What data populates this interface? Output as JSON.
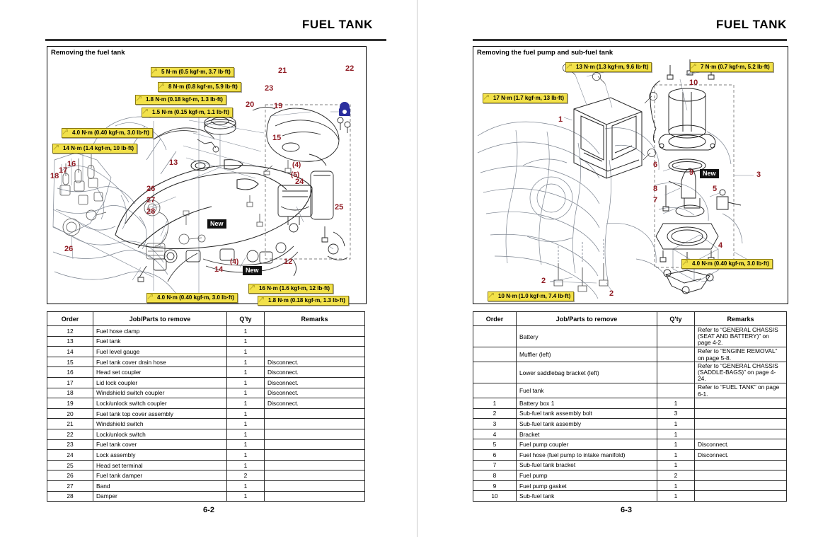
{
  "document": {
    "left_page": {
      "header_title": "FUEL TANK",
      "panel_title": "Removing the fuel tank",
      "page_number": "6-2",
      "torque_labels": [
        "5 N·m (0.5 kgf·m, 3.7 lb·ft)",
        "8 N·m (0.8 kgf·m, 5.9 lb·ft)",
        "1.8 N·m (0.18 kgf·m, 1.3 lb·ft)",
        "1.5 N·m (0.15 kgf·m, 1.1 lb·ft)",
        "4.0 N·m (0.40 kgf·m, 3.0 lb·ft)",
        "14 N·m (1.4 kgf·m, 10 lb·ft)",
        "4.0 N·m (0.40 kgf·m, 3.0 lb·ft)",
        "16 N·m (1.6 kgf·m, 12 lb·ft)",
        "1.8 N·m (0.18 kgf·m, 1.3 lb·ft)"
      ],
      "new_badges": [
        "New",
        "New"
      ],
      "callouts": [
        "21",
        "22",
        "23",
        "20",
        "19",
        "15",
        "13",
        "16",
        "17",
        "18",
        "26",
        "27",
        "28",
        "26",
        "24",
        "25",
        "14",
        "12"
      ],
      "callout_qty": [
        "(4)",
        "(5)",
        "(4)"
      ],
      "table": {
        "columns": [
          "Order",
          "Job/Parts to remove",
          "Q'ty",
          "Remarks"
        ],
        "rows": [
          {
            "order": "12",
            "part": "Fuel hose clamp",
            "qty": "1",
            "remarks": ""
          },
          {
            "order": "13",
            "part": "Fuel tank",
            "qty": "1",
            "remarks": ""
          },
          {
            "order": "14",
            "part": "Fuel level gauge",
            "qty": "1",
            "remarks": ""
          },
          {
            "order": "15",
            "part": "Fuel tank cover drain hose",
            "qty": "1",
            "remarks": "Disconnect."
          },
          {
            "order": "16",
            "part": "Head set coupler",
            "qty": "1",
            "remarks": "Disconnect."
          },
          {
            "order": "17",
            "part": "Lid lock coupler",
            "qty": "1",
            "remarks": "Disconnect."
          },
          {
            "order": "18",
            "part": "Windshield switch coupler",
            "qty": "1",
            "remarks": "Disconnect."
          },
          {
            "order": "19",
            "part": "Lock/unlock switch coupler",
            "qty": "1",
            "remarks": "Disconnect."
          },
          {
            "order": "20",
            "part": "Fuel tank top cover assembly",
            "qty": "1",
            "remarks": ""
          },
          {
            "order": "21",
            "part": "Windshield switch",
            "qty": "1",
            "remarks": ""
          },
          {
            "order": "22",
            "part": "Lock/unlock switch",
            "qty": "1",
            "remarks": ""
          },
          {
            "order": "23",
            "part": "Fuel tank cover",
            "qty": "1",
            "remarks": ""
          },
          {
            "order": "24",
            "part": "Lock assembly",
            "qty": "1",
            "remarks": ""
          },
          {
            "order": "25",
            "part": "Head set terminal",
            "qty": "1",
            "remarks": ""
          },
          {
            "order": "26",
            "part": "Fuel tank damper",
            "qty": "2",
            "remarks": ""
          },
          {
            "order": "27",
            "part": "Band",
            "qty": "1",
            "remarks": ""
          },
          {
            "order": "28",
            "part": "Damper",
            "qty": "1",
            "remarks": ""
          }
        ]
      }
    },
    "right_page": {
      "header_title": "FUEL TANK",
      "panel_title": "Removing the fuel pump and sub-fuel tank",
      "page_number": "6-3",
      "torque_labels": [
        "13 N·m (1.3 kgf·m, 9.6 lb·ft)",
        "7 N·m (0.7 kgf·m, 5.2 lb·ft)",
        "17 N·m (1.7 kgf·m, 13 lb·ft)",
        "4.0 N·m (0.40 kgf·m, 3.0 lb·ft)",
        "10 N·m (1.0 kgf·m, 7.4 lb·ft)"
      ],
      "new_badges": [
        "New"
      ],
      "callouts": [
        "1",
        "10",
        "6",
        "8",
        "7",
        "9",
        "5",
        "3",
        "4",
        "2",
        "2"
      ],
      "table": {
        "columns": [
          "Order",
          "Job/Parts to remove",
          "Q'ty",
          "Remarks"
        ],
        "rows": [
          {
            "order": "",
            "part": "Battery",
            "qty": "",
            "remarks": "Refer to “GENERAL CHASSIS (SEAT AND BATTERY)” on page 4-2.",
            "two": true
          },
          {
            "order": "",
            "part": "Muffler (left)",
            "qty": "",
            "remarks": "Refer to “ENGINE REMOVAL” on page 5-8."
          },
          {
            "order": "",
            "part": "Lower saddlebag bracket (left)",
            "qty": "",
            "remarks": "Refer to “GENERAL CHASSIS (SADDLE-BAGS)” on page 4-24.",
            "two": true
          },
          {
            "order": "",
            "part": "Fuel tank",
            "qty": "",
            "remarks": "Refer to “FUEL TANK” on page 6-1."
          },
          {
            "order": "1",
            "part": "Battery box 1",
            "qty": "1",
            "remarks": ""
          },
          {
            "order": "2",
            "part": "Sub-fuel tank assembly bolt",
            "qty": "3",
            "remarks": ""
          },
          {
            "order": "3",
            "part": "Sub-fuel tank assembly",
            "qty": "1",
            "remarks": ""
          },
          {
            "order": "4",
            "part": "Bracket",
            "qty": "1",
            "remarks": ""
          },
          {
            "order": "5",
            "part": "Fuel pump coupler",
            "qty": "1",
            "remarks": "Disconnect."
          },
          {
            "order": "6",
            "part": "Fuel hose (fuel pump to intake manifold)",
            "qty": "1",
            "remarks": "Disconnect."
          },
          {
            "order": "7",
            "part": "Sub-fuel tank bracket",
            "qty": "1",
            "remarks": ""
          },
          {
            "order": "8",
            "part": "Fuel pump",
            "qty": "2",
            "remarks": ""
          },
          {
            "order": "9",
            "part": "Fuel pump gasket",
            "qty": "1",
            "remarks": ""
          },
          {
            "order": "10",
            "part": "Sub-fuel tank",
            "qty": "1",
            "remarks": ""
          }
        ]
      }
    },
    "colors": {
      "torque_bg": "#f2e14a",
      "torque_border": "#8a7a12",
      "callout_red": "#8f1a22",
      "line_gray": "#7c8490",
      "lock_icon_blue": "#2b2f9e"
    }
  }
}
